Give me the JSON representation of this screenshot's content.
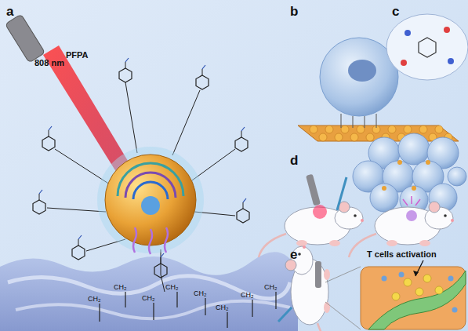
{
  "diagram": {
    "labels": [
      "a",
      "808 nm",
      "PFPA",
      "b",
      "c",
      "d",
      "e",
      "T cells activation",
      "CH₂",
      "CH₂",
      "CH₂",
      "CH₂",
      "CH₂",
      "CH₂",
      "CH₂",
      "CH₂"
    ]
  }
}
